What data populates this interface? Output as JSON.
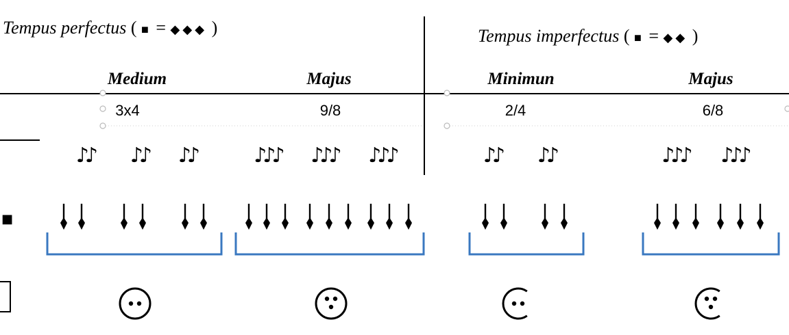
{
  "left_section": {
    "title": "Tempus perfectus",
    "equation_open": "(",
    "equation_square": "■",
    "equation_equals": "=",
    "equation_diamonds": "◆◆◆",
    "equation_close": ")"
  },
  "right_section": {
    "title": "Tempus imperfectus",
    "equation_open": "(",
    "equation_square": "■",
    "equation_equals": "=",
    "equation_diamonds": "◆◆",
    "equation_close": ")"
  },
  "columns": [
    {
      "heading": "Medium",
      "meter": "3x4",
      "eighths": [
        "♪♪",
        "♪♪",
        "♪♪"
      ],
      "semiminim_groups": [
        2,
        2,
        2
      ],
      "sign": "perfect-circle-two-dots"
    },
    {
      "heading": "Majus",
      "meter": "9/8",
      "eighths": [
        "♪♪♪",
        "♪♪♪",
        "♪♪♪"
      ],
      "semiminim_groups": [
        3,
        3,
        3
      ],
      "sign": "perfect-circle-three-dots"
    },
    {
      "heading": "Minimun",
      "meter": "2/4",
      "eighths": [
        "♪♪",
        "♪♪"
      ],
      "semiminim_groups": [
        2,
        2
      ],
      "sign": "half-circle-two-dots"
    },
    {
      "heading": "Majus",
      "meter": "6/8",
      "eighths": [
        "♪♪♪",
        "♪♪♪"
      ],
      "semiminim_groups": [
        3,
        3
      ],
      "sign": "half-circle-three-dots"
    }
  ],
  "row_markers": {
    "breve_marker": "■",
    "longa_marker": "□"
  },
  "colors": {
    "bracket": "#3a78c0",
    "ink": "#000000",
    "handle": "#bbbbbb"
  }
}
